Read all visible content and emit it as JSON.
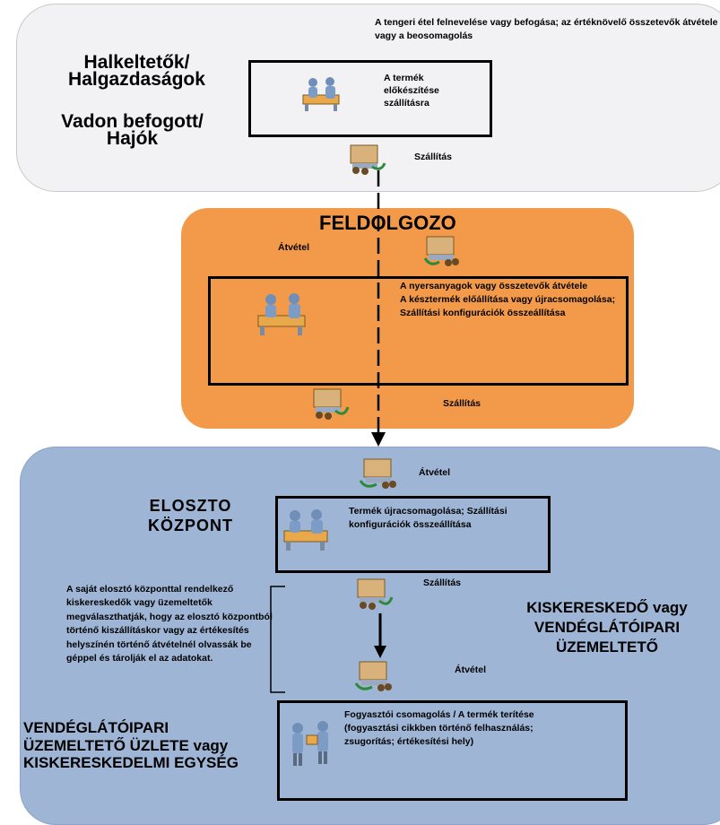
{
  "top": {
    "description": "A tengeri étel felnevelése vagy befogása; az értéknövelő összetevők átvétele vagy a beosomagolás",
    "label_a": "Halkeltetők/ Halgazdaságok",
    "label_b": "Vadon befogott/ Hajók",
    "box_text": "A termék előkészítése szállításra",
    "shipping": "Szállítás"
  },
  "processor": {
    "title": "FELDOLGOZO",
    "receiving": "Átvétel",
    "box_lines": [
      "A nyersanyagok vagy összetevők átvétele",
      "A késztermék előállítása vagy újracsomagolása;",
      "Szállítási konfigurációk összeállítása"
    ],
    "shipping": "Szállítás"
  },
  "distribution": {
    "receiving": "Átvétel",
    "title": "ELOSZTO KÖZPONT",
    "box_text": "Termék újracsomagolása; Szállítási konfigurációk összeállítása",
    "shipping": "Szállítás",
    "note": "A saját elosztó központtal rendelkező kiskereskedők vagy üzemeltetők megválaszthatják, hogy az elosztó központból történő kiszállításkor vagy az értékesítés helyszínén történő átvételnél olvassák be géppel és tárolják el az adatokat.",
    "retailer": "KISKERESKEDŐ vagy VENDÉGLÁTÓIPARI ÜZEMELTETŐ",
    "receiving2": "Átvétel",
    "store": "VENDÉGLÁTÓIPARI ÜZEMELTETŐ ÜZLETE vagy KISKERESKEDELMI EGYSÉG",
    "store_box": "Fogyasztói csomagolás / A termék terítése (fogyasztási cikkben történő felhasználás; zsugorítás; értékesítési hely)"
  }
}
